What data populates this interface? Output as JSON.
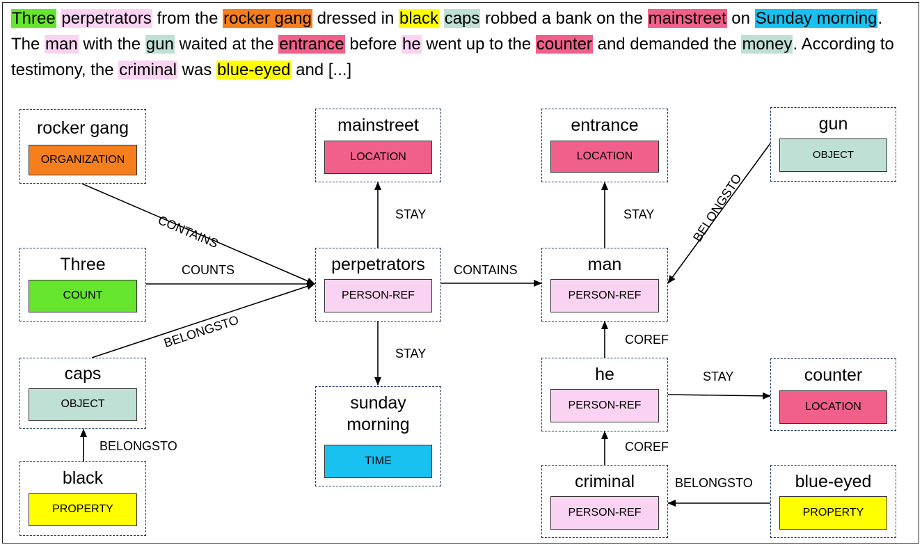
{
  "sentence": {
    "fragments": [
      {
        "text": "Three",
        "color": "#66e52e"
      },
      {
        "text": " ",
        "color": ""
      },
      {
        "text": "perpetrators",
        "color": "#fbd3f2"
      },
      {
        "text": " from the ",
        "color": ""
      },
      {
        "text": "rocker gang",
        "color": "#f57f1d"
      },
      {
        "text": " dressed in ",
        "color": ""
      },
      {
        "text": "black",
        "color": "#ffff00"
      },
      {
        "text": " ",
        "color": ""
      },
      {
        "text": "caps",
        "color": "#bfe0d4"
      },
      {
        "text": " robbed a bank on the ",
        "color": ""
      },
      {
        "text": "mainstreet",
        "color": "#f0608a"
      },
      {
        "text": " on ",
        "color": ""
      },
      {
        "text": "Sunday morning",
        "color": "#19c1f0"
      },
      {
        "text": ". The ",
        "color": ""
      },
      {
        "text": "man",
        "color": "#fbd3f2"
      },
      {
        "text": " with the ",
        "color": ""
      },
      {
        "text": "gun",
        "color": "#bfe0d4"
      },
      {
        "text": " waited at the ",
        "color": ""
      },
      {
        "text": "entrance",
        "color": "#f0608a"
      },
      {
        "text": " before ",
        "color": ""
      },
      {
        "text": "he",
        "color": "#fbd3f2"
      },
      {
        "text": " went up to the ",
        "color": ""
      },
      {
        "text": "counter",
        "color": "#f0608a"
      },
      {
        "text": " and demanded the ",
        "color": ""
      },
      {
        "text": "money",
        "color": "#bfe0d4"
      },
      {
        "text": ". According to testimony, the ",
        "color": ""
      },
      {
        "text": "criminal",
        "color": "#fbd3f2"
      },
      {
        "text": " was ",
        "color": ""
      },
      {
        "text": "blue-eyed",
        "color": "#ffff00"
      },
      {
        "text": " and [...]",
        "color": ""
      }
    ]
  },
  "nodes": {
    "rocker_gang": {
      "title": "rocker gang",
      "tag": "ORGANIZATION",
      "color": "#f57f1d"
    },
    "three": {
      "title": "Three",
      "tag": "COUNT",
      "color": "#66e52e"
    },
    "caps": {
      "title": "caps",
      "tag": "OBJECT",
      "color": "#bfe0d4"
    },
    "black": {
      "title": "black",
      "tag": "PROPERTY",
      "color": "#ffff00"
    },
    "mainstreet": {
      "title": "mainstreet",
      "tag": "LOCATION",
      "color": "#f0608a"
    },
    "perpetrators": {
      "title": "perpetrators",
      "tag": "PERSON-REF",
      "color": "#fbd3f2"
    },
    "sunday_morning": {
      "title": "sunday morning",
      "tag": "TIME",
      "color": "#19c1f0"
    },
    "entrance": {
      "title": "entrance",
      "tag": "LOCATION",
      "color": "#f0608a"
    },
    "man": {
      "title": "man",
      "tag": "PERSON-REF",
      "color": "#fbd3f2"
    },
    "he": {
      "title": "he",
      "tag": "PERSON-REF",
      "color": "#fbd3f2"
    },
    "criminal": {
      "title": "criminal",
      "tag": "PERSON-REF",
      "color": "#fbd3f2"
    },
    "gun": {
      "title": "gun",
      "tag": "OBJECT",
      "color": "#bfe0d4"
    },
    "counter": {
      "title": "counter",
      "tag": "LOCATION",
      "color": "#f0608a"
    },
    "blue_eyed": {
      "title": "blue-eyed",
      "tag": "PROPERTY",
      "color": "#ffff00"
    }
  },
  "edges": {
    "rocker_contains": "CONTAINS",
    "three_counts": "COUNTS",
    "caps_belongsto": "BELONGSTO",
    "black_belongsto": "BELONGSTO",
    "perp_stay_mainstreet": "STAY",
    "perp_stay_sunday": "STAY",
    "perp_contains_man": "CONTAINS",
    "man_stay_entrance": "STAY",
    "gun_belongsto": "BELONGSTO",
    "he_coref": "COREF",
    "he_stay_counter": "STAY",
    "criminal_coref": "COREF",
    "blueeyed_belongsto": "BELONGSTO"
  }
}
